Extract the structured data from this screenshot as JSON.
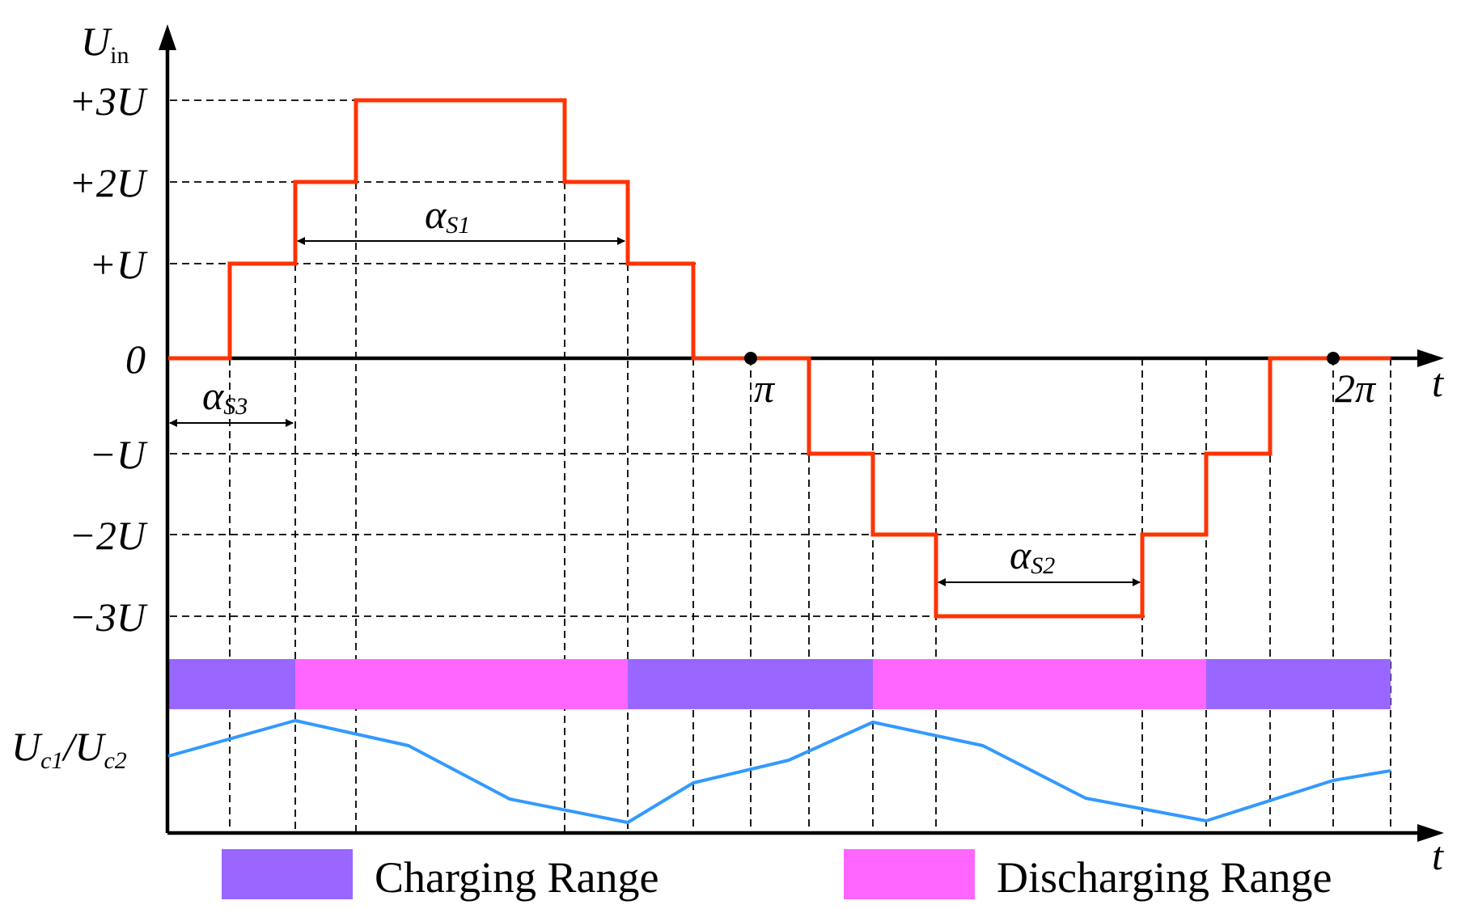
{
  "axis_labels": {
    "y_top_main": "U",
    "y_top_sub": "in",
    "x_top": "t",
    "x_bottom": "t",
    "y_bottom_main1": "U",
    "y_bottom_sub1": "c1",
    "y_bottom_sep": "/U",
    "y_bottom_sub2": "c2"
  },
  "levels": [
    {
      "label": "+3U",
      "value": 3
    },
    {
      "label": "+2U",
      "value": 2
    },
    {
      "label": "+U",
      "value": 1
    },
    {
      "label": "0",
      "value": 0
    },
    {
      "label": "−U",
      "value": -1
    },
    {
      "label": "−2U",
      "value": -2
    },
    {
      "label": "−3U",
      "value": -3
    }
  ],
  "ticks": {
    "pi": "π",
    "two_pi": "2π"
  },
  "annotations": {
    "alpha": "α",
    "s1": "S1",
    "s2": "S2",
    "s3": "S3"
  },
  "legend": {
    "charging_label": "Charging Range",
    "discharging_label": "Discharging Range",
    "charging_color": "#9966ff",
    "discharging_color": "#ff66ff"
  },
  "colors": {
    "waveform": "#ff3300",
    "capacitor_voltage": "#3399ff",
    "axis": "#000000"
  }
}
